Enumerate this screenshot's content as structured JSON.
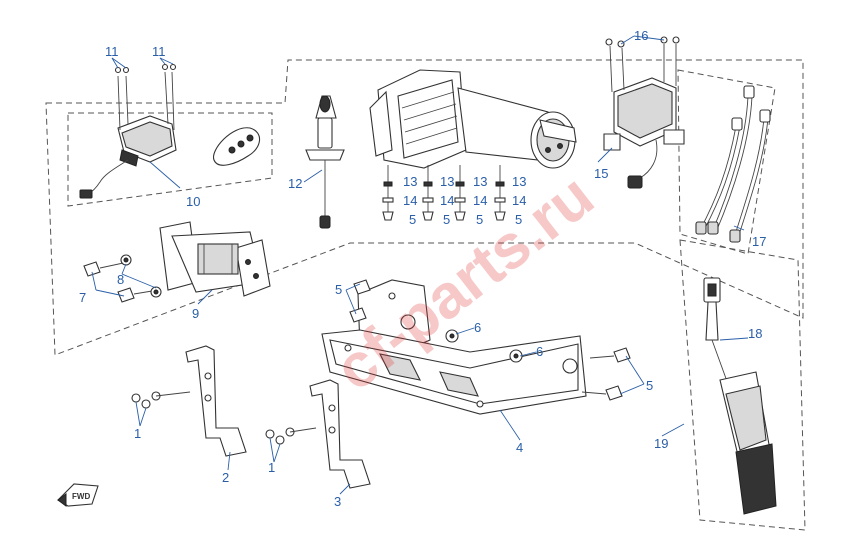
{
  "watermark": "cf-parts.ru",
  "forward_badge": "FWD",
  "callouts": [
    {
      "id": "c11a",
      "label": "11"
    },
    {
      "id": "c11b",
      "label": "11"
    },
    {
      "id": "c10",
      "label": "10"
    },
    {
      "id": "c12",
      "label": "12"
    },
    {
      "id": "c13a",
      "label": "13"
    },
    {
      "id": "c13b",
      "label": "13"
    },
    {
      "id": "c13c",
      "label": "13"
    },
    {
      "id": "c13d",
      "label": "13"
    },
    {
      "id": "c14a",
      "label": "14"
    },
    {
      "id": "c14b",
      "label": "14"
    },
    {
      "id": "c14c",
      "label": "14"
    },
    {
      "id": "c14d",
      "label": "14"
    },
    {
      "id": "c5a",
      "label": "5"
    },
    {
      "id": "c5b",
      "label": "5"
    },
    {
      "id": "c5c",
      "label": "5"
    },
    {
      "id": "c5d",
      "label": "5"
    },
    {
      "id": "c5e",
      "label": "5"
    },
    {
      "id": "c5f",
      "label": "5"
    },
    {
      "id": "c16",
      "label": "16"
    },
    {
      "id": "c15",
      "label": "15"
    },
    {
      "id": "c17",
      "label": "17"
    },
    {
      "id": "c8",
      "label": "8"
    },
    {
      "id": "c7",
      "label": "7"
    },
    {
      "id": "c9",
      "label": "9"
    },
    {
      "id": "c6a",
      "label": "6"
    },
    {
      "id": "c6b",
      "label": "6"
    },
    {
      "id": "c18",
      "label": "18"
    },
    {
      "id": "c1a",
      "label": "1"
    },
    {
      "id": "c1b",
      "label": "1"
    },
    {
      "id": "c2",
      "label": "2"
    },
    {
      "id": "c3",
      "label": "3"
    },
    {
      "id": "c4",
      "label": "4"
    },
    {
      "id": "c19",
      "label": "19"
    }
  ]
}
